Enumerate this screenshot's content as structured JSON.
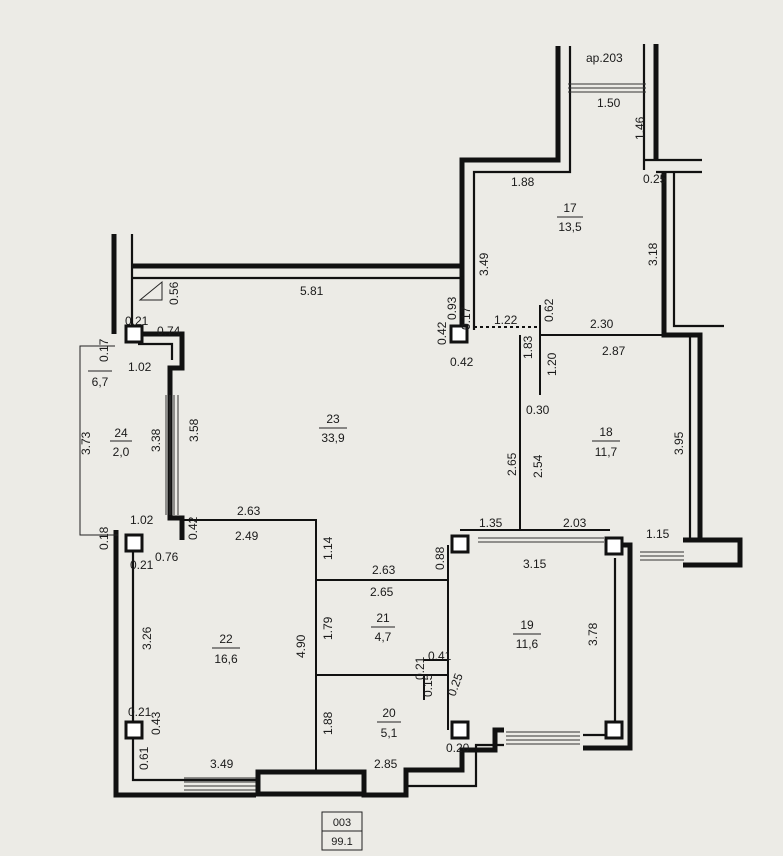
{
  "plan": {
    "stair_label": "ар.203",
    "total": {
      "number": "003",
      "area": "99.1"
    },
    "rooms": [
      {
        "id": "r17",
        "number": "17",
        "area": "13,5"
      },
      {
        "id": "r18",
        "number": "18",
        "area": "11,7"
      },
      {
        "id": "r19",
        "number": "19",
        "area": "11,6"
      },
      {
        "id": "r20",
        "number": "20",
        "area": "5,1"
      },
      {
        "id": "r21",
        "number": "21",
        "area": "4,7"
      },
      {
        "id": "r22",
        "number": "22",
        "area": "16,6"
      },
      {
        "id": "r23",
        "number": "23",
        "area": "33,9"
      },
      {
        "id": "r24",
        "number": "24",
        "area": "2,0"
      },
      {
        "id": "rL",
        "number": "",
        "area": "6,7"
      }
    ],
    "dimensions": {
      "d_150": "1.50",
      "d_146": "1.46",
      "d_025a": "0.25",
      "d_188a": "1.88",
      "d_349a": "3.49",
      "d_318": "3.18",
      "d_581": "5.81",
      "d_056": "0.56",
      "d_093": "0.93",
      "d_017a": "0.17",
      "d_042a": "0.42",
      "d_042b": "0.42",
      "d_122": "1.22",
      "d_062": "0.62",
      "d_230": "2.30",
      "d_287": "2.87",
      "d_183": "1.83",
      "d_120": "1.20",
      "d_030": "0.30",
      "d_021a": "0.21",
      "d_074": "0.74",
      "d_017b": "0.17",
      "d_102a": "1.02",
      "d_373": "3.73",
      "d_338": "3.38",
      "d_358": "3.58",
      "d_265a": "2.65",
      "d_254": "2.54",
      "d_395": "3.95",
      "d_102b": "1.02",
      "d_018": "0.18",
      "d_042c": "0.42",
      "d_263a": "2.63",
      "d_249": "2.49",
      "d_114": "1.14",
      "d_135": "1.35",
      "d_203": "2.03",
      "d_115": "1.15",
      "d_021b": "0.21",
      "d_076": "0.76",
      "d_088": "0.88",
      "d_263b": "2.63",
      "d_265b": "2.65",
      "d_315": "3.15",
      "d_326": "3.26",
      "d_490": "4.90",
      "d_179": "1.79",
      "d_378": "3.78",
      "d_041": "0.41",
      "d_021c": "0.21",
      "d_015": "0.15",
      "d_025b": "0.25",
      "d_021d": "0.21",
      "d_043": "0.43",
      "d_188b": "1.88",
      "d_061": "0.61",
      "d_020": "0.20",
      "d_349b": "3.49",
      "d_285": "2.85"
    }
  }
}
